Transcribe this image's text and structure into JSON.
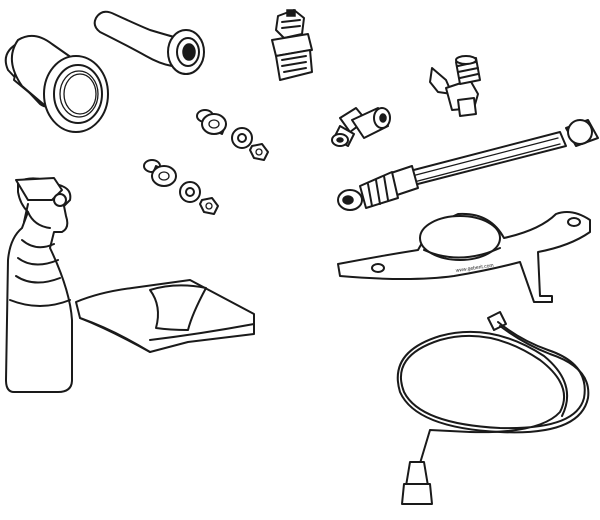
{
  "parts": [
    {
      "id": "pipe-socket",
      "icon": "pipe-socket-icon"
    },
    {
      "id": "bent-connector-pipe",
      "icon": "bent-pipe-icon"
    },
    {
      "id": "cable-gland",
      "icon": "cable-gland-icon"
    },
    {
      "id": "angle-valve",
      "icon": "angle-valve-icon"
    },
    {
      "id": "screw-set-1",
      "icon": "screw-set-icon"
    },
    {
      "id": "screw-set-2",
      "icon": "screw-set-icon"
    },
    {
      "id": "tee-connector",
      "icon": "tee-connector-icon"
    },
    {
      "id": "flexible-hose",
      "icon": "flexible-hose-icon"
    },
    {
      "id": "spray-bottle",
      "icon": "spray-bottle-icon"
    },
    {
      "id": "cleaning-cloth",
      "icon": "cloth-icon"
    },
    {
      "id": "mounting-template",
      "icon": "mounting-template-icon"
    },
    {
      "id": "coiled-cable",
      "icon": "coiled-cable-icon"
    }
  ]
}
